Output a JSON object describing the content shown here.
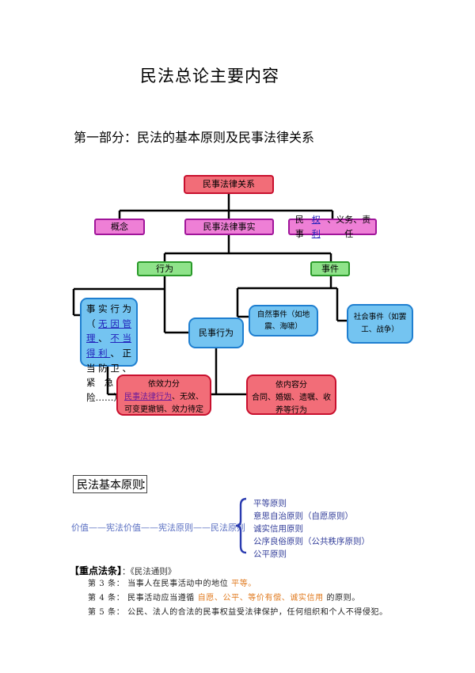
{
  "title": "民法总论主要内容",
  "section_heading": "第一部分：民法的基本原则及民事法律关系",
  "diagram": {
    "root": "民事法律关系",
    "concept": "概念",
    "legal_fact": "民事法律事实",
    "rights": {
      "pre": "民事",
      "underlined": "权利",
      "post": "、义务、责任"
    },
    "act": "行为",
    "event": "事件",
    "factual_act": {
      "line1": "事实行为（",
      "u1": "无因管理",
      "mid": "、",
      "u2": "不当得利",
      "rest": "、正当防卫、紧急避险……）"
    },
    "civil_act": "民事行为",
    "natural_event": "自然事件（如地震、海啸）",
    "social_event": "社会事件（如罢工、战争）",
    "validity": {
      "title": "依效力分",
      "underlined": "民事法律行为",
      "rest": "、无效、可变更撤销、效力待定"
    },
    "content": {
      "title": "依内容分",
      "body": "合同、婚姻、遗嘱、收养等行为"
    }
  },
  "principles": {
    "heading": "民法基本原则",
    "colon": "：",
    "value_chain": "价值——宪法价值——宪法原则——民法原则",
    "items": [
      "平等原则",
      "意思自治原则（自愿原则）",
      "诚实信用原则",
      "公序良俗原则（公共秩序原则）",
      "公平原则"
    ]
  },
  "key_articles": {
    "title": "【重点法条】",
    "source": "：《民法通则》",
    "items": [
      {
        "label": "第 3 条：",
        "text": "当事人在民事活动中的地位",
        "highlight": "平等。",
        "tail": ""
      },
      {
        "label": "第 4 条：",
        "text": "民事活动应当遵循",
        "highlight": "自愿、公平、等价有偿、诚实信用",
        "tail": "的原则。"
      },
      {
        "label": "第 5 条：",
        "text": "公民、法人的合法的民事权益受法律保护，任何组织和个人不得侵犯。",
        "highlight": "",
        "tail": ""
      }
    ]
  }
}
